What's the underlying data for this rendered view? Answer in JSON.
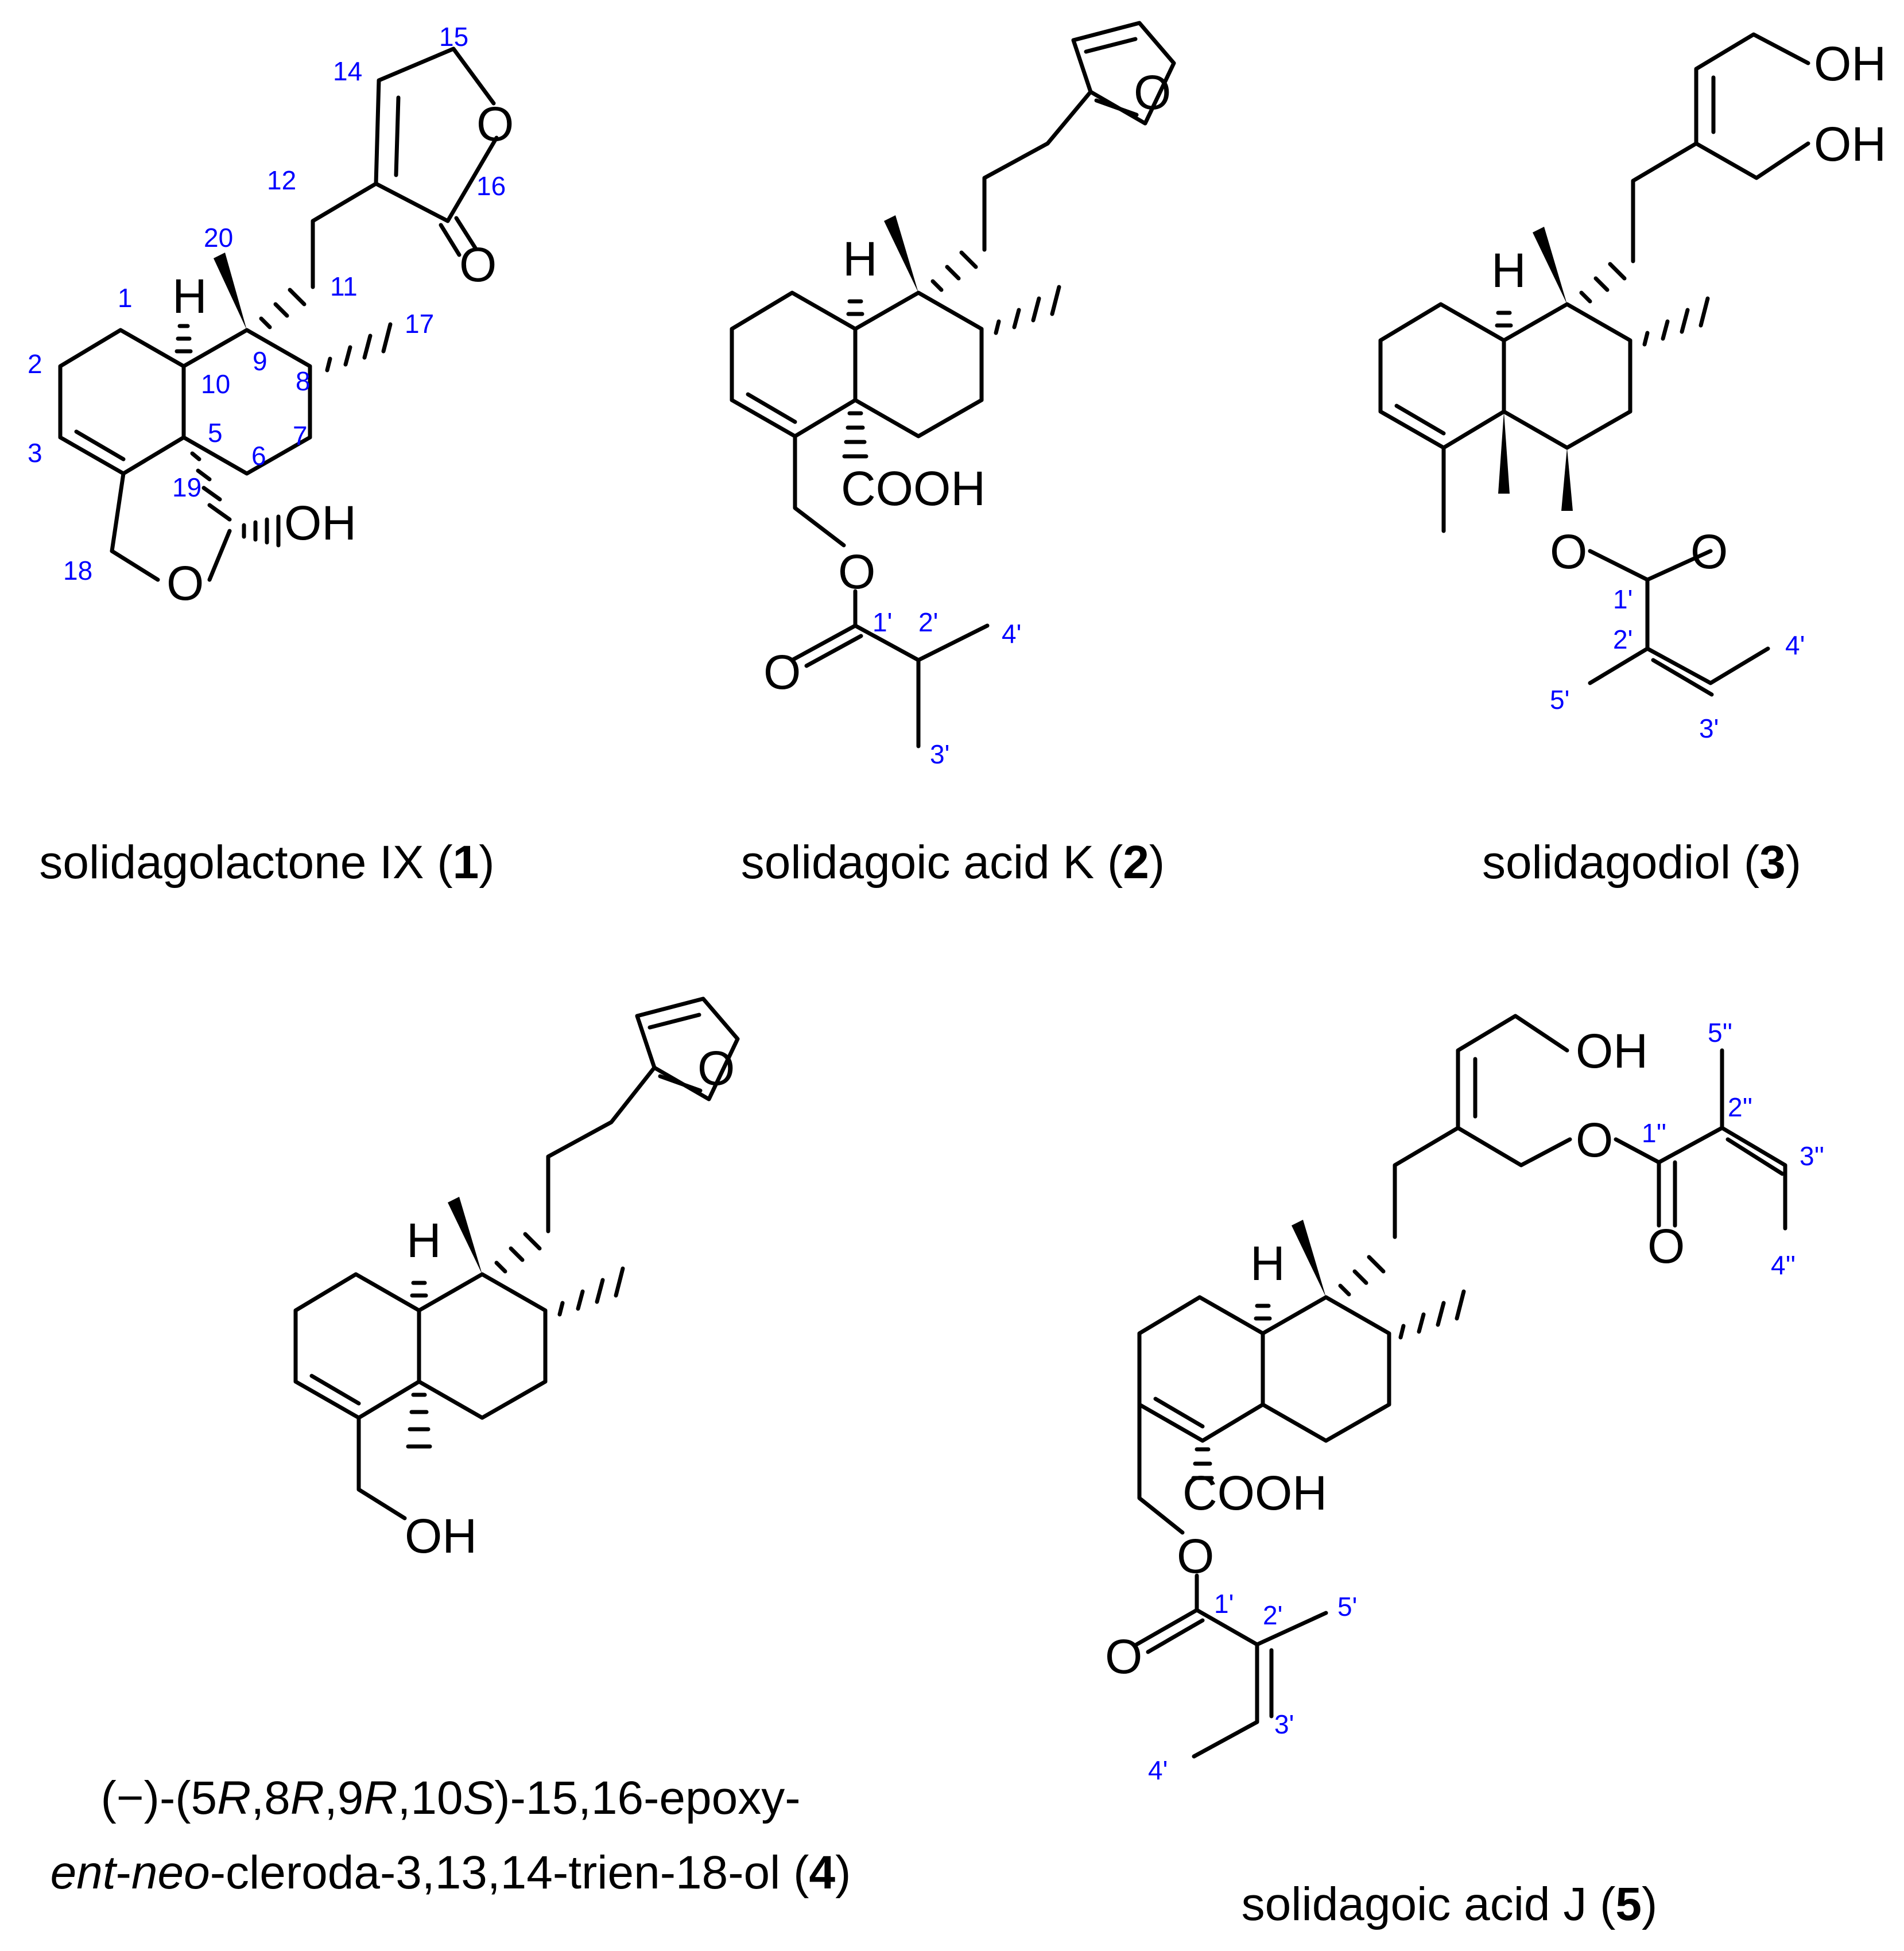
{
  "atoms": {
    "O": "O",
    "OH": "OH",
    "H": "H",
    "COOH": "COOH"
  },
  "compounds": [
    {
      "name": "solidagolactone IX",
      "number": "1",
      "locants": [
        "1",
        "2",
        "3",
        "5",
        "6",
        "7",
        "8",
        "9",
        "10",
        "11",
        "12",
        "14",
        "15",
        "16",
        "17",
        "18",
        "19",
        "20"
      ]
    },
    {
      "name": "solidagoic acid K",
      "number": "2",
      "locants": [
        "1'",
        "2'",
        "3'",
        "4'"
      ]
    },
    {
      "name": "solidagodiol",
      "number": "3",
      "locants": [
        "1'",
        "2'",
        "3'",
        "4'",
        "5'"
      ]
    },
    {
      "caption_line1_parts": [
        "(−)-(5",
        "R",
        ",8",
        "R",
        ",9",
        "R",
        ",10",
        "S",
        ")-15,16-epoxy-"
      ],
      "caption_line2_parts": [
        "ent",
        "-",
        "neo",
        "-cleroda-3,13,14-trien-18-ol ("
      ],
      "number": "4"
    },
    {
      "name": "solidagoic acid J",
      "number": "5",
      "locants": [
        "1'",
        "2'",
        "3'",
        "4'",
        "5'",
        "1''",
        "2''",
        "3''",
        "4''",
        "5''"
      ]
    }
  ],
  "colors": {
    "bonds": "#000000",
    "locants": "#0000ff",
    "background": "#ffffff"
  }
}
